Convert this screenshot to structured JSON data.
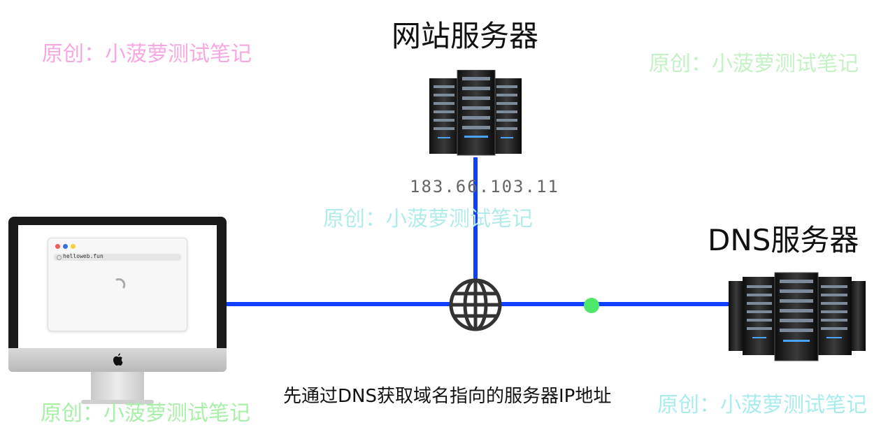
{
  "titles": {
    "web_server": "网站服务器",
    "dns_server": "DNS服务器"
  },
  "web_server_ip": "183.66.103.11",
  "caption": "先通过DNS获取域名指向的服务器IP地址",
  "browser": {
    "url": "helloweb.fun"
  },
  "watermark": "原创：小菠萝测试笔记",
  "watermark_colors": [
    "#f7a8e0",
    "#c4f2c4",
    "#b2ecea",
    "#a8f0a8",
    "#a8ecec"
  ],
  "line_color": "#1040ff",
  "status_dot_color": "#4be86a",
  "icons": [
    "globe-icon",
    "web-server-rack-icon",
    "dns-server-rack-icon",
    "imac-icon",
    "apple-logo-icon",
    "loading-spinner-icon"
  ]
}
